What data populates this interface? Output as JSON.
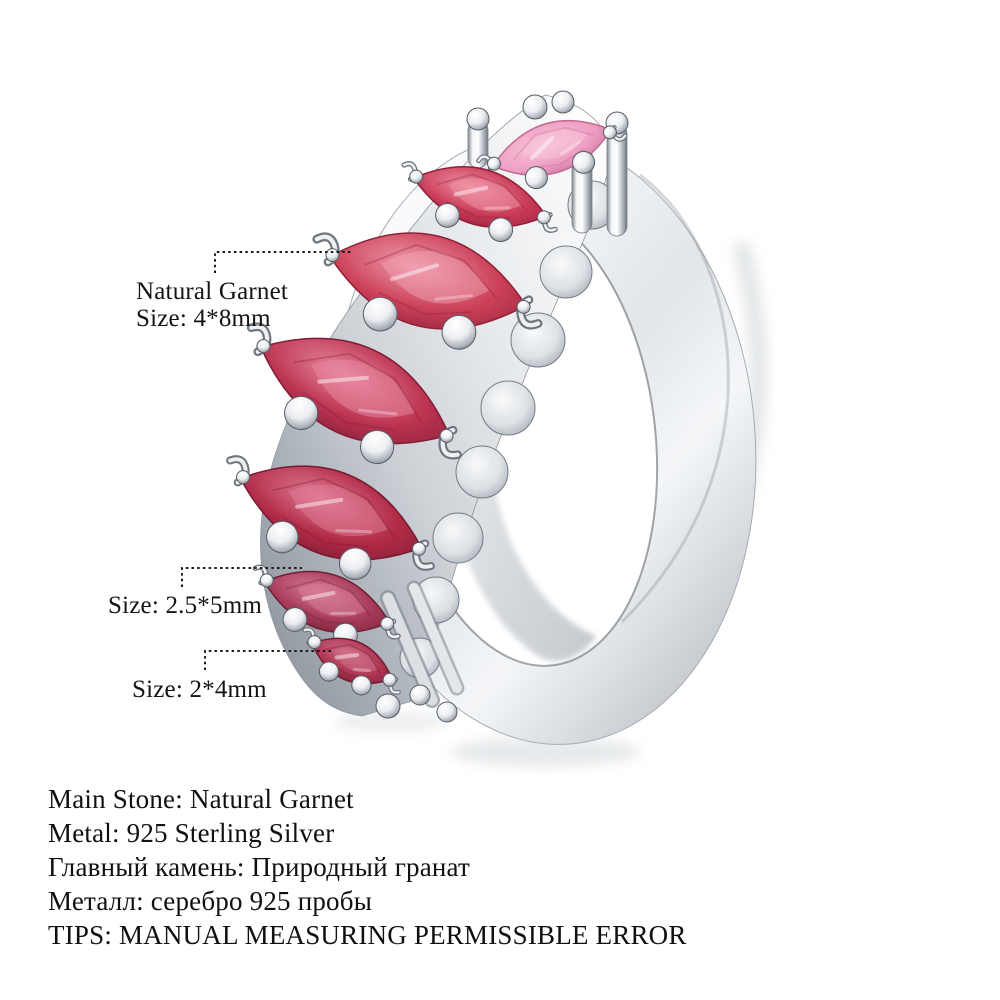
{
  "photo": {
    "subject": "silver-ring-with-marquise-garnet-stones",
    "background": "#ffffff",
    "colors": {
      "text": "#141414",
      "leader_line": "#1a1a1a",
      "silver_light": "#f7f8fa",
      "silver_mid": "#c9ced4",
      "silver_dark": "#8d949c",
      "shadow": "#ccd1d5"
    },
    "stone_colors": [
      {
        "light": "#f7c6da",
        "mid": "#ee9fc2",
        "dark": "#c06a92"
      },
      {
        "light": "#ef93a6",
        "mid": "#c93a57",
        "dark": "#8f1f3a"
      },
      {
        "light": "#f09fb0",
        "mid": "#cb4058",
        "dark": "#8e2038"
      },
      {
        "light": "#e889a0",
        "mid": "#bb3350",
        "dark": "#7e1d36"
      },
      {
        "light": "#e07d96",
        "mid": "#b12a46",
        "dark": "#771b32"
      },
      {
        "light": "#d87b97",
        "mid": "#a53a58",
        "dark": "#6f2036"
      },
      {
        "light": "#d06e88",
        "mid": "#ad3550",
        "dark": "#731d33"
      }
    ]
  },
  "annotations": {
    "stone_large": {
      "line1": "Natural Garnet",
      "line2": "Size: 4*8mm"
    },
    "stone_medium": {
      "label": "Size: 2.5*5mm"
    },
    "stone_small": {
      "label": "Size: 2*4mm"
    }
  },
  "specs": {
    "lines": [
      "Main Stone: Natural Garnet",
      "Metal: 925 Sterling Silver",
      "Главный камень: Природный гранат",
      "Металл: серебро 925 пробы",
      "TIPS: MANUAL MEASURING PERMISSIBLE ERROR"
    ]
  }
}
